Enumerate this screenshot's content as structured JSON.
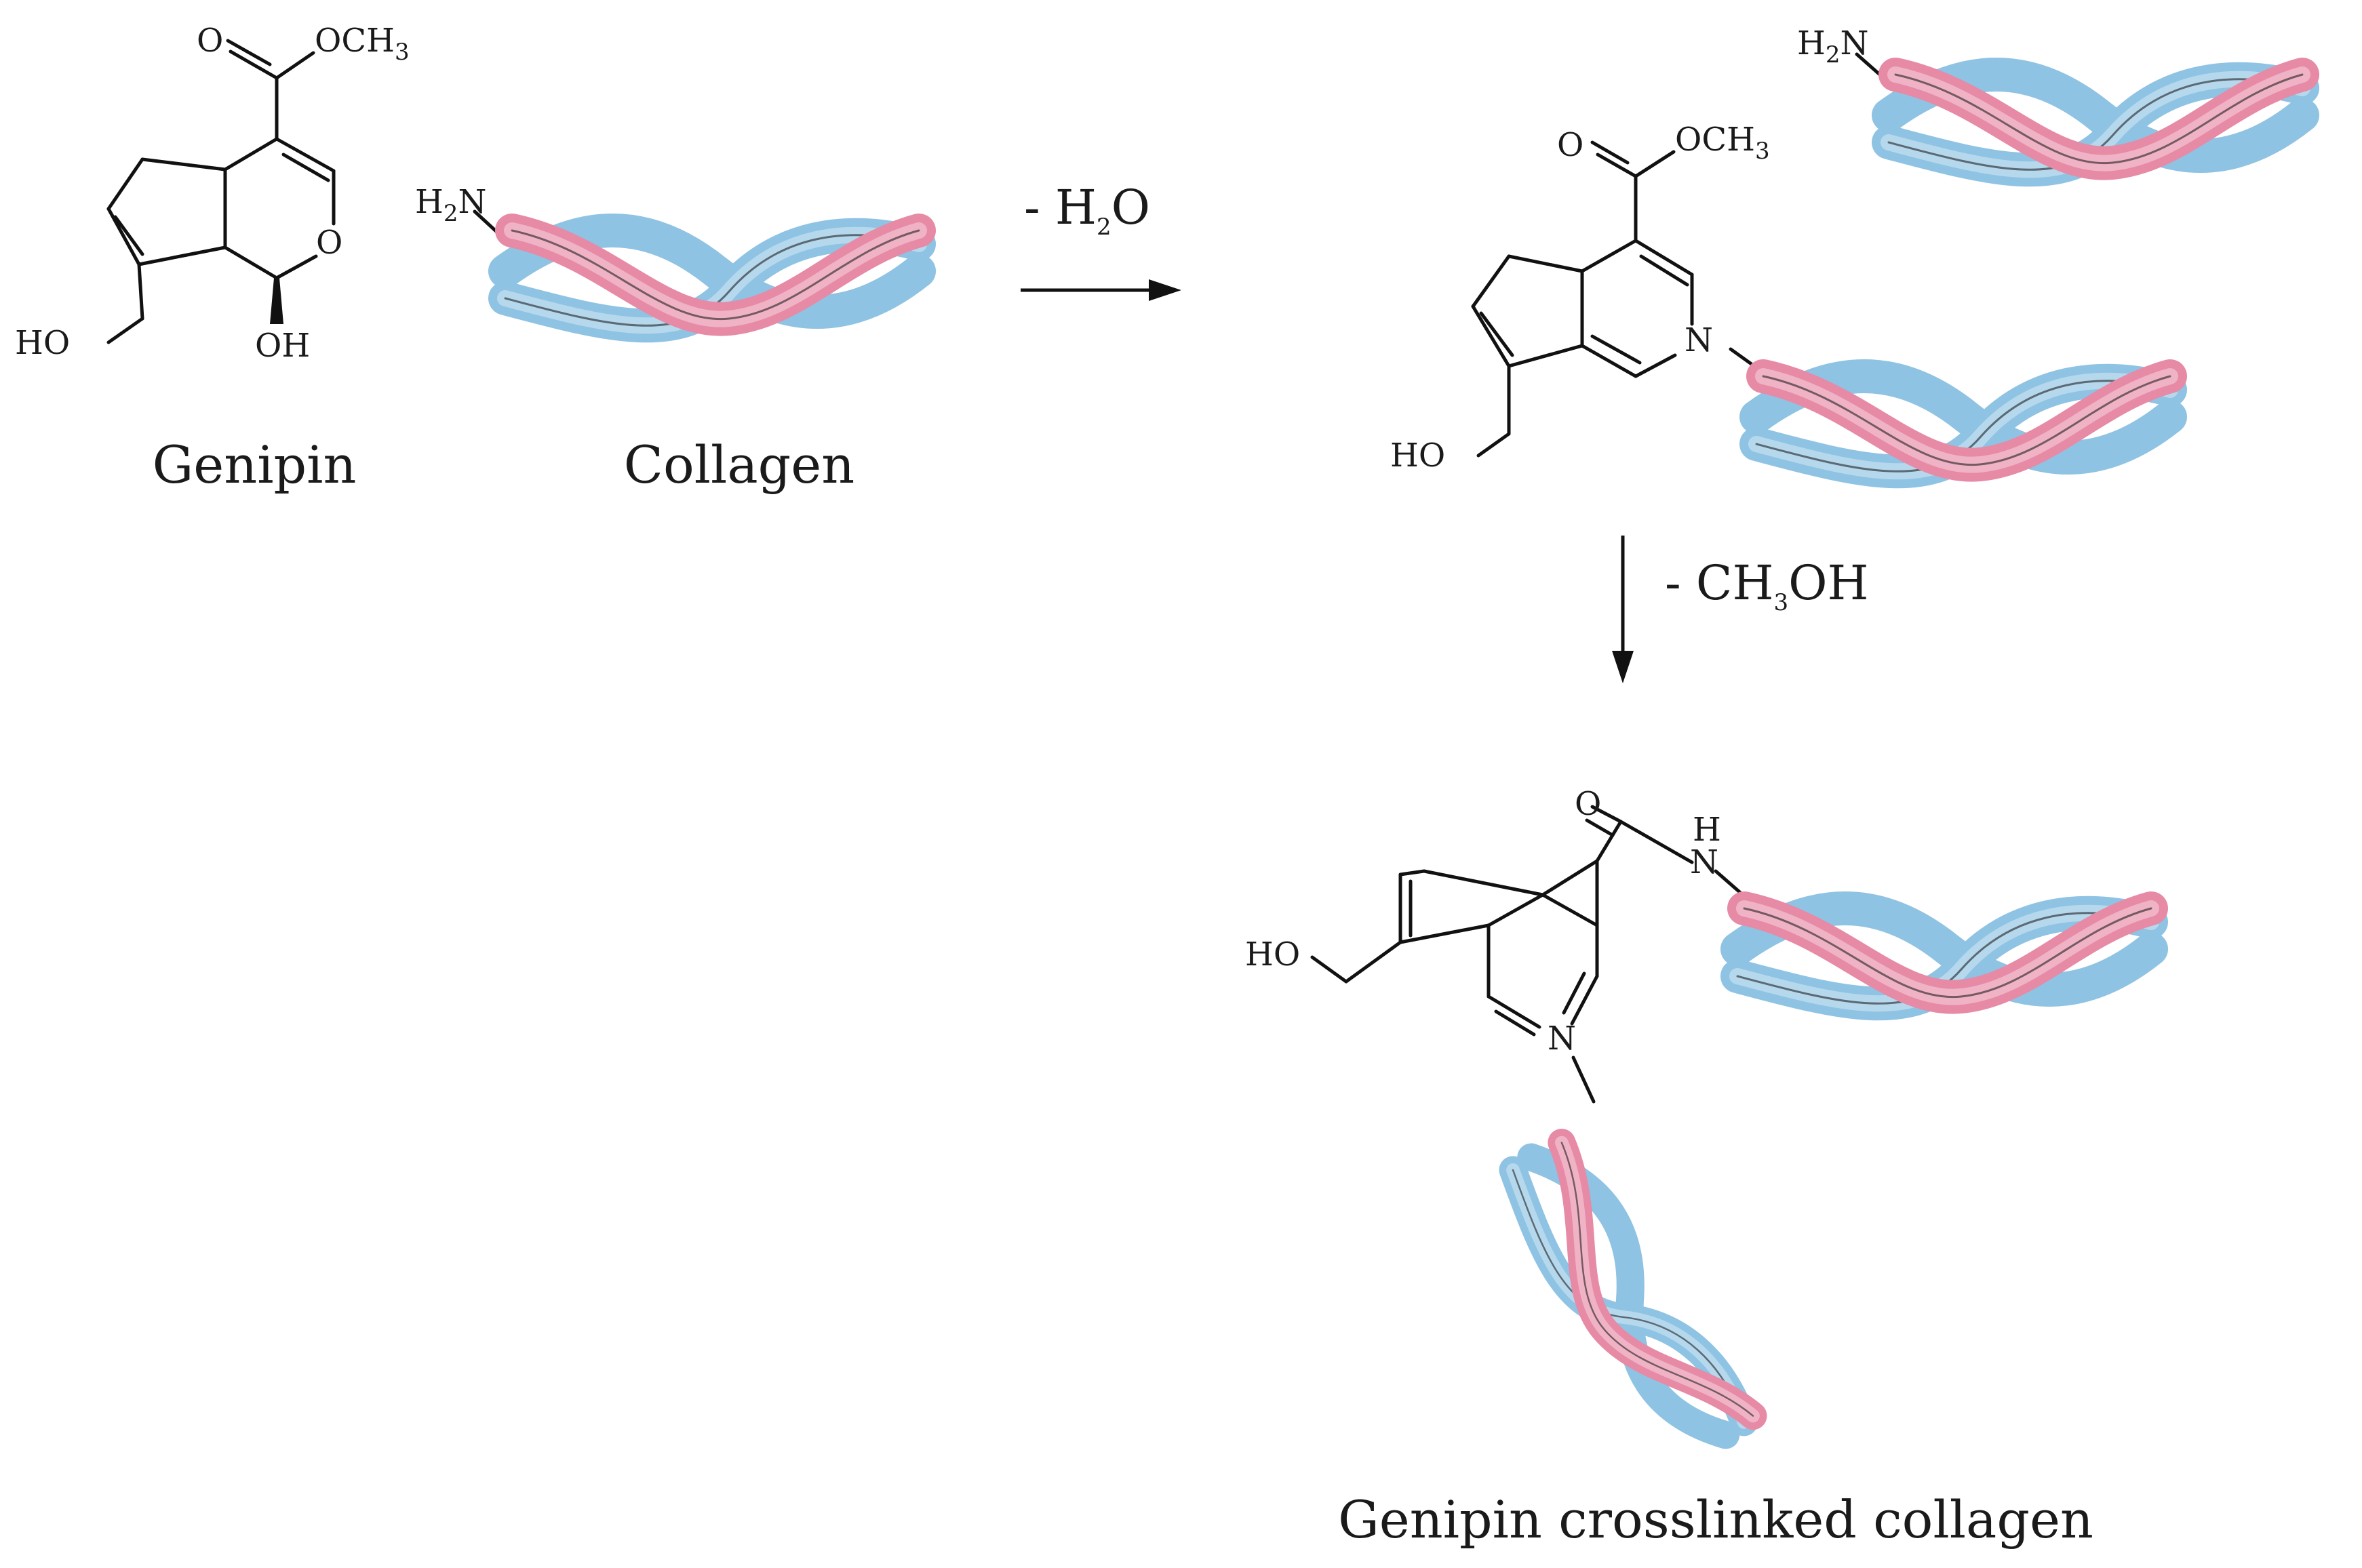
{
  "colors": {
    "strand_pink": "#e68aa6",
    "strand_blue": "#8fc3e3",
    "strand_cream": "#efe8d6",
    "strand_tan": "#f0c98e",
    "bond": "#111111"
  },
  "captions": {
    "genipin": "Genipin",
    "collagen": "Collagen",
    "product": "Genipin crosslinked collagen"
  },
  "conditions": {
    "step1_prefix": "- H",
    "step1_sub": "2",
    "step1_suffix": "O",
    "step2_prefix": "- CH",
    "step2_sub": "3",
    "step2_suffix": "OH"
  },
  "atoms": {
    "carbonyl_o": "O",
    "ester_och": "OCH",
    "ester_sub": "3",
    "ring_o": "O",
    "hydroxyl": "OH",
    "hydroxymethyl": "HO",
    "amine_h": "H",
    "amine_sub": "2",
    "amine_n": "N",
    "pyridine_n": "N",
    "amide_n": "N",
    "amide_h": "H"
  }
}
